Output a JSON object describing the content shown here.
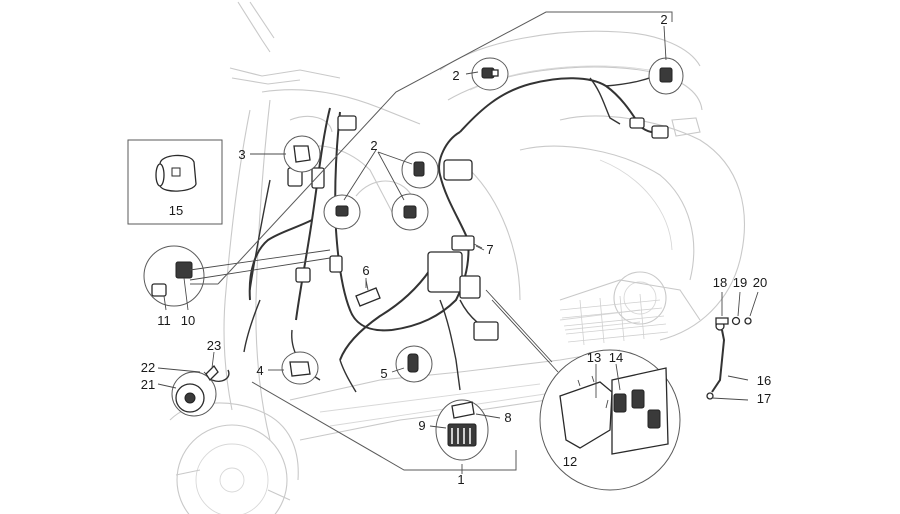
{
  "callouts": {
    "c1": "1",
    "c2a": "2",
    "c2b": "2",
    "c2c": "2",
    "c3": "3",
    "c4": "4",
    "c5": "5",
    "c6": "6",
    "c7": "7",
    "c8": "8",
    "c9": "9",
    "c10": "10",
    "c11": "11",
    "c12": "12",
    "c13": "13",
    "c14": "14",
    "c15": "15",
    "c16": "16",
    "c17": "17",
    "c18": "18",
    "c19": "19",
    "c20": "20",
    "c21": "21",
    "c22": "22",
    "c23": "23"
  }
}
